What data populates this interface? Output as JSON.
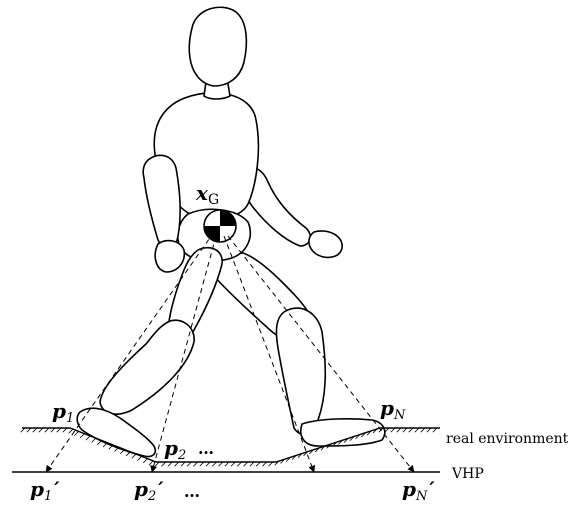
{
  "labels": {
    "com": {
      "main": "x",
      "sub": "G"
    },
    "p1": {
      "main": "p",
      "sub": "1"
    },
    "p2": {
      "main": "p",
      "sub": "2"
    },
    "pN": {
      "main": "p",
      "sub": "N"
    },
    "p1_prime": {
      "main": "p",
      "sub": "1",
      "prime": "′"
    },
    "p2_prime": {
      "main": "p",
      "sub": "2",
      "prime": "′"
    },
    "pN_prime": {
      "main": "p",
      "sub": "N",
      "prime": "′"
    },
    "dots_top": "…",
    "dots_bottom": "…",
    "real_environment": "real environment",
    "vhp": "VHP"
  }
}
